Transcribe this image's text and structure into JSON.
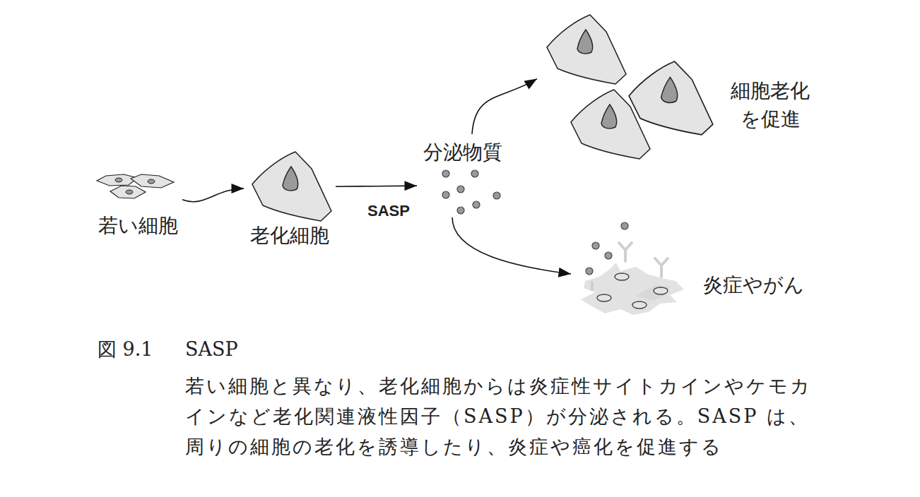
{
  "diagram": {
    "caption": "若い細胞と異なり、老化細胞からは炎症性サイトカインやケモカインなど老化関連液性因子（SASP）が分泌される。SASP は、周りの細胞の老化を誘導したり、炎症や癌化を促進する",
    "nodes": [
      {
        "text": [
          "若い細胞"
        ]
      },
      {
        "text": [
          "老化細胞"
        ]
      },
      {
        "text": [
          "分泌物質"
        ]
      },
      {
        "text": [
          "細胞老化を促進"
        ]
      },
      {
        "text": [
          "炎症やがん"
        ]
      }
    ],
    "edges": [
      {
        "from": 0,
        "to": 1,
        "arrow": "to"
      },
      {
        "from": 1,
        "to": 2,
        "label": "SASP",
        "arrow": "to"
      },
      {
        "from": 2,
        "to": 3,
        "arrow": "to"
      },
      {
        "from": 2,
        "to": 4,
        "arrow": "to"
      }
    ],
    "labels": [
      "図 9.1",
      "SASP"
    ]
  }
}
